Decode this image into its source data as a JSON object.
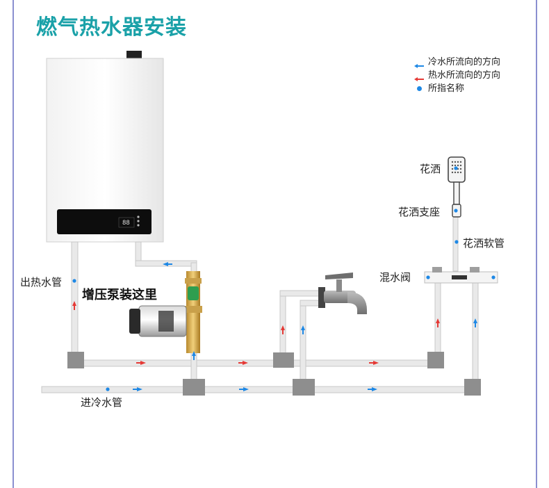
{
  "title": "燃气热水器安装",
  "legend": {
    "cold": "冷水所流向的方向",
    "hot": "热水所流向的方向",
    "point": "所指名称"
  },
  "labels": {
    "shower": "花洒",
    "shower_holder": "花洒支座",
    "shower_hose": "花洒软管",
    "mixing_valve": "混水阀",
    "hot_outlet_pipe": "出热水管",
    "booster_pump": "增压泵装这里",
    "cold_inlet_pipe": "进冷水管"
  },
  "heater_display": "88",
  "colors": {
    "title": "#1aa1a8",
    "cold_arrow": "#1e88e5",
    "hot_arrow": "#e53935",
    "pipe": "#e8e8e8",
    "fitting": "#8e8e8e",
    "frame": "#8a8fd0"
  }
}
